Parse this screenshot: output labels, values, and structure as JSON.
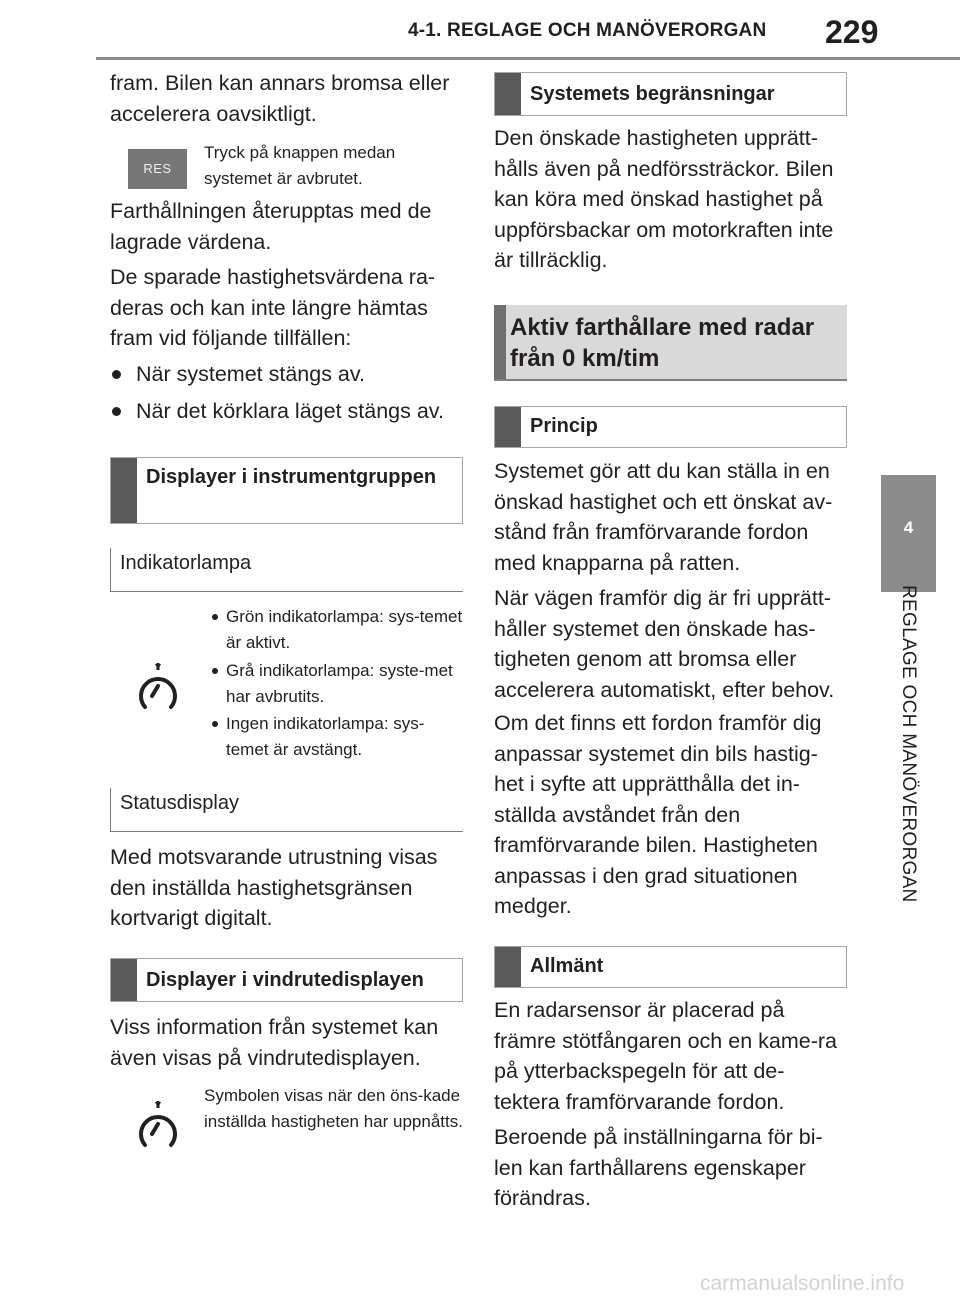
{
  "header": {
    "chapter_title": "4-1. REGLAGE OCH MANÖVERORGAN",
    "page_number": "229"
  },
  "side_tab": {
    "number": "4",
    "label": "REGLAGE OCH MANÖVERORGAN"
  },
  "col1": {
    "intro": "fram. Bilen kan annars bromsa eller accelerera oavsiktligt.",
    "res_button_label": "RES",
    "res_text": "Tryck på knappen medan systemet är avbrutet.",
    "p1": "Farthållningen återupptas med de lagrade värdena.",
    "p2": "De sparade hastighetsvärdena ra-deras och kan inte längre hämtas fram vid följande tillfällen:",
    "bullets": [
      "När systemet stängs av.",
      "När det körklara läget stängs av."
    ],
    "section_displays": "Displayer i instrumentgruppen",
    "sub_indicator": "Indikatorlampa",
    "indicator_items": [
      "Grön indikatorlampa: sys-temet är aktivt.",
      "Grå indikatorlampa: syste-met har avbrutits.",
      "Ingen indikatorlampa: sys-temet är avstängt."
    ],
    "sub_status": "Statusdisplay",
    "p_status": "Med motsvarande utrustning visas den inställda hastighetsgränsen kortvarigt digitalt.",
    "section_windshield": "Displayer i vindrutedisplayen",
    "p_windshield": "Viss information från systemet kan även visas på vindrutedisplayen.",
    "symbol_text": "Symbolen visas när den öns-kade inställda hastigheten har uppnåtts."
  },
  "col2": {
    "section_limits": "Systemets begränsningar",
    "p_limits": "Den önskade hastigheten upprätt-hålls även på nedförssträckor. Bilen kan köra med önskad hastighet på uppförsbackar om motorkraften inte är tillräcklig.",
    "main_heading": "Aktiv farthållare med radar från 0 km/tim",
    "section_principle": "Princip",
    "p_principle_1": "Systemet gör att du kan ställa in en önskad hastighet och ett önskat av-stånd från framförvarande fordon med knapparna på ratten.",
    "p_principle_2": "När vägen framför dig är fri upprätt-håller systemet den önskade has-tigheten genom att bromsa eller accelerera automatiskt, efter behov.",
    "p_principle_3": "Om det finns ett fordon framför dig anpassar systemet din bils hastig-het i syfte att upprätthålla det in-ställda avståndet från den framförvarande bilen. Hastigheten anpassas i den grad situationen medger.",
    "section_general": "Allmänt",
    "p_general_1": "En radarsensor är placerad på främre stötfångaren och en kame-ra på ytterbackspegeln för att de-tektera framförvarande fordon.",
    "p_general_2": "Beroende på inställningarna för bi-len kan farthållarens egenskaper förändras."
  },
  "watermark": "carmanualsonline.info"
}
